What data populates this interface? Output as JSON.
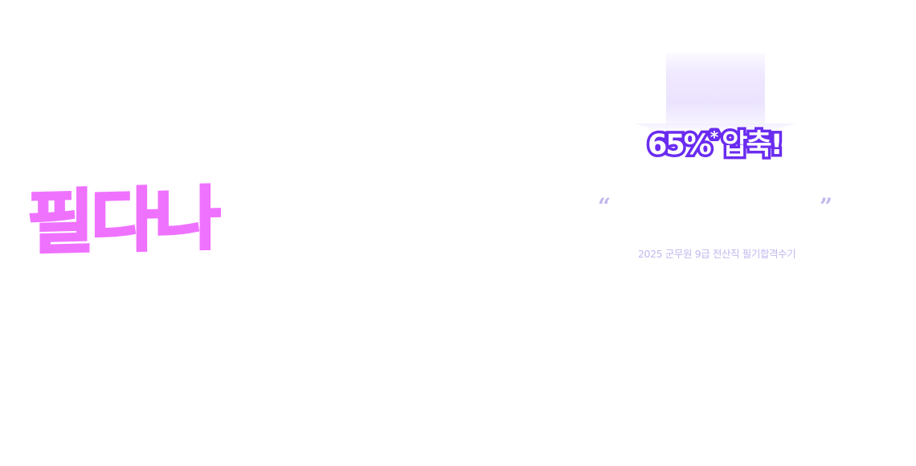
{
  "logo": {
    "text": "필다나",
    "color": "#ef72ff"
  },
  "highlight": {
    "arrow_icon": "down-arrow-icon",
    "value": "65%",
    "footnote_mark": "*",
    "label": "압축!",
    "outline_color": "#6a2cf0",
    "fill_color": "#ffffff",
    "arrow_color": "#efe8ff"
  },
  "testimonial": {
    "open_quote": "“",
    "close_quote": "”",
    "quote_text": "",
    "source": "2025 군무원 9급 전산직 필기합격수기",
    "accent_color": "#c3b7ef"
  }
}
